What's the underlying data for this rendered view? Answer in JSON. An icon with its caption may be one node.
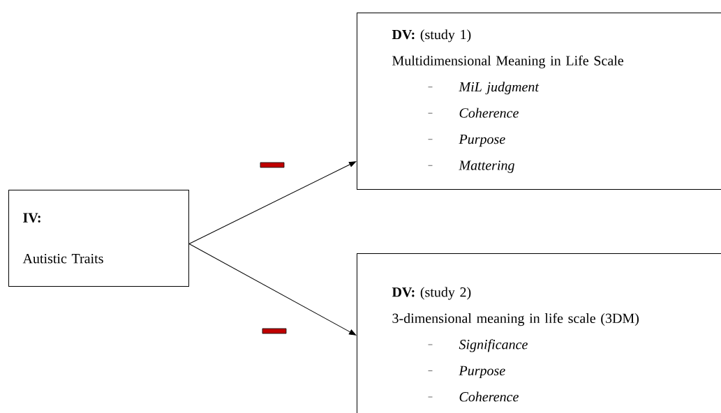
{
  "diagram": {
    "nodes": [
      {
        "text": [
          "IV:",
          "Autistic Traits"
        ]
      },
      {
        "text": [
          "**DV:** (study 1)",
          "Multidimensional Meaning in Life Scale",
          "MiL judgment",
          "Coherence",
          "Purpose",
          "Mattering"
        ]
      },
      {
        "text": [
          "**DV:** (study 2)",
          "3-dimensional meaning in life scale (3DM)",
          "Significance",
          "Purpose",
          "Coherence"
        ]
      }
    ],
    "edges": [
      {
        "from": 0,
        "to": 1,
        "arrow": "to"
      },
      {
        "from": 0,
        "to": 2,
        "arrow": "to"
      }
    ]
  }
}
